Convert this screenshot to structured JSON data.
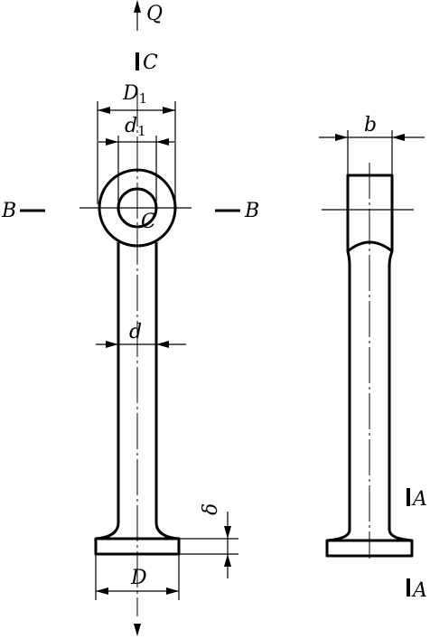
{
  "labels": {
    "load": "Q",
    "section_c": "C",
    "outer_diameter_top": "D",
    "outer_diameter_top_sub": "1",
    "inner_diameter": "d",
    "inner_diameter_sub": "1",
    "section_b": "B",
    "center_c": "C",
    "rod_diameter": "d",
    "flange_thickness": "δ",
    "base_diameter": "D",
    "width": "b",
    "section_a": "A"
  }
}
